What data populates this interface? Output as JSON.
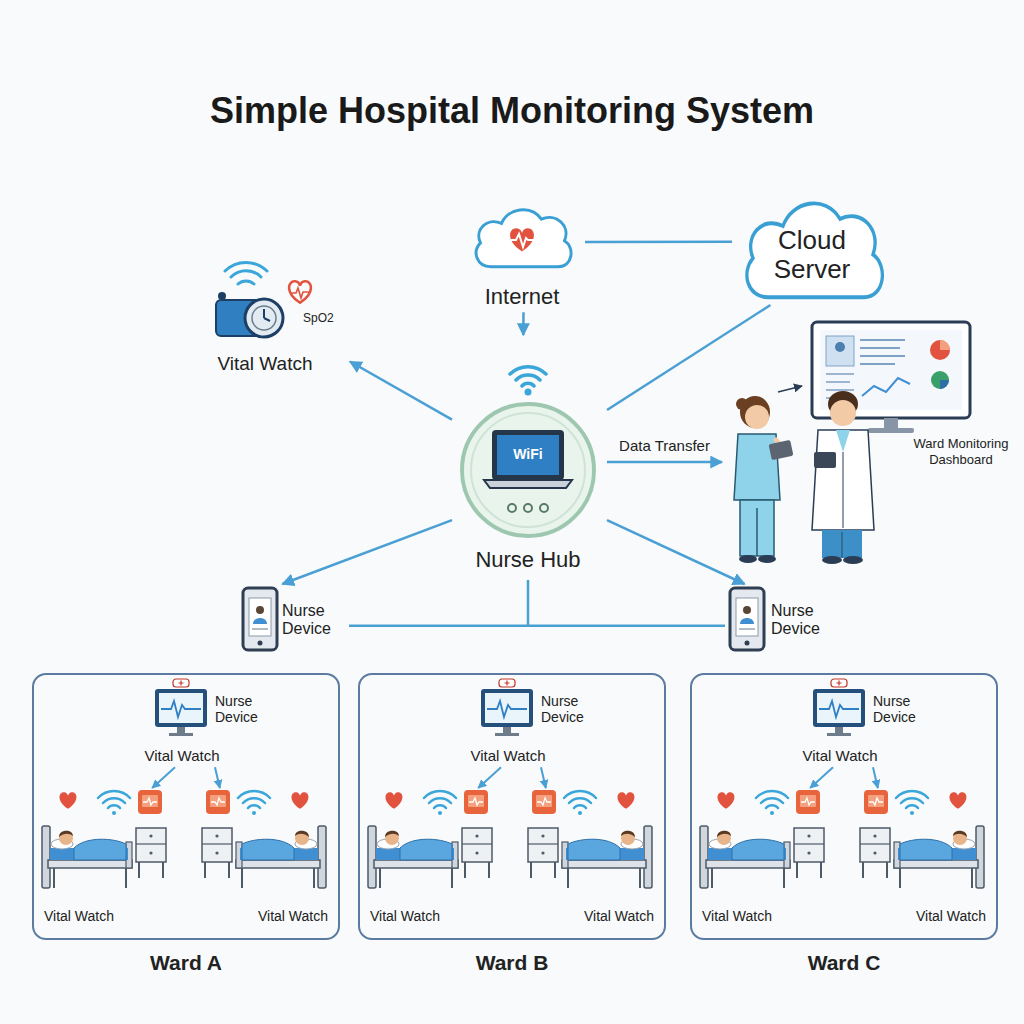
{
  "diagram": {
    "title": "Simple Hospital Monitoring System",
    "nodes": [
      {
        "text": [
          "Internet"
        ]
      },
      {
        "text": [
          "Cloud Server"
        ]
      },
      {
        "text": [
          "SpO2",
          "Vital Watch"
        ]
      },
      {
        "text": [
          "Nurse Hub"
        ]
      },
      {
        "text": [
          "Ward Monitoring Dashboard"
        ]
      },
      {
        "text": [
          "Nurse Device"
        ]
      },
      {
        "text": [
          "Nurse Device"
        ]
      },
      {
        "text": [
          "Ward A"
        ]
      },
      {
        "text": [
          "Nurse Device",
          "Vital Watch"
        ],
        "in": 7
      },
      {
        "text": [
          "Vital Watch"
        ],
        "in": 7
      },
      {
        "text": [
          "Vital Watch"
        ],
        "in": 7
      },
      {
        "text": [
          "Ward B"
        ]
      },
      {
        "text": [
          "Nurse Device",
          "Vital Watch"
        ],
        "in": 11
      },
      {
        "text": [
          "Vital Watch"
        ],
        "in": 11
      },
      {
        "text": [
          "Vital Watch"
        ],
        "in": 11
      },
      {
        "text": [
          "Ward C"
        ]
      },
      {
        "text": [
          "Nurse Device",
          "Vital Watch"
        ],
        "in": 15
      },
      {
        "text": [
          "Vital Watch"
        ],
        "in": 15
      },
      {
        "text": [
          "Vital Watch"
        ],
        "in": 15
      }
    ],
    "edges": [
      {
        "from": 0,
        "to": 1,
        "arrow": "none"
      },
      {
        "from": 0,
        "to": 3,
        "arrow": "to"
      },
      {
        "from": 3,
        "to": 2,
        "arrow": "to"
      },
      {
        "from": 3,
        "to": 1,
        "arrow": "none"
      },
      {
        "from": 3,
        "to": 4,
        "label": "Data Transfer",
        "arrow": "to"
      },
      {
        "from": 3,
        "to": 5,
        "arrow": "to"
      },
      {
        "from": 3,
        "to": 6,
        "arrow": "to"
      },
      {
        "from": 5,
        "to": 6,
        "arrow": "none"
      },
      {
        "from": 8,
        "to": 9,
        "arrow": "to"
      },
      {
        "from": 8,
        "to": 10,
        "arrow": "to"
      },
      {
        "from": 12,
        "to": 13,
        "arrow": "to"
      },
      {
        "from": 12,
        "to": 14,
        "arrow": "to"
      },
      {
        "from": 16,
        "to": 17,
        "arrow": "to"
      },
      {
        "from": 16,
        "to": 18,
        "arrow": "to"
      }
    ],
    "labels": [
      "WiFi"
    ]
  }
}
